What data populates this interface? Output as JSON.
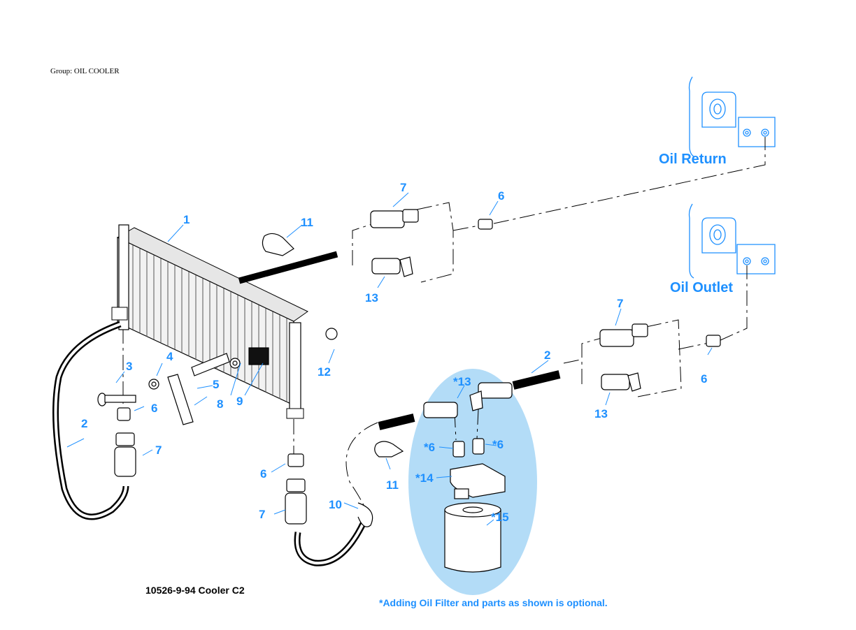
{
  "group_label": "Group: OIL COOLER",
  "headings": {
    "oil_return": "Oil Return",
    "oil_outlet": "Oil Outlet"
  },
  "callouts": {
    "c1": "1",
    "c2a": "2",
    "c2b": "2",
    "c3": "3",
    "c4": "4",
    "c5": "5",
    "c6a": "6",
    "c6b": "6",
    "c6c": "6",
    "c6d": "6",
    "c7a": "7",
    "c7b": "7",
    "c7c": "7",
    "c7d": "7",
    "c8": "8",
    "c9": "9",
    "c10": "10",
    "c11a": "11",
    "c11b": "11",
    "c12": "12",
    "c13a": "13",
    "c13b": "13",
    "o13": "*13",
    "o6a": "*6",
    "o6b": "*6",
    "o14": "*14",
    "o15": "*15"
  },
  "caption": "10526-9-94 Cooler C2",
  "note": "*Adding Oil Filter and parts as shown is optional.",
  "colors": {
    "callout": "#1e90ff",
    "optional_highlight": "#b3dcf7",
    "line": "#000000"
  }
}
